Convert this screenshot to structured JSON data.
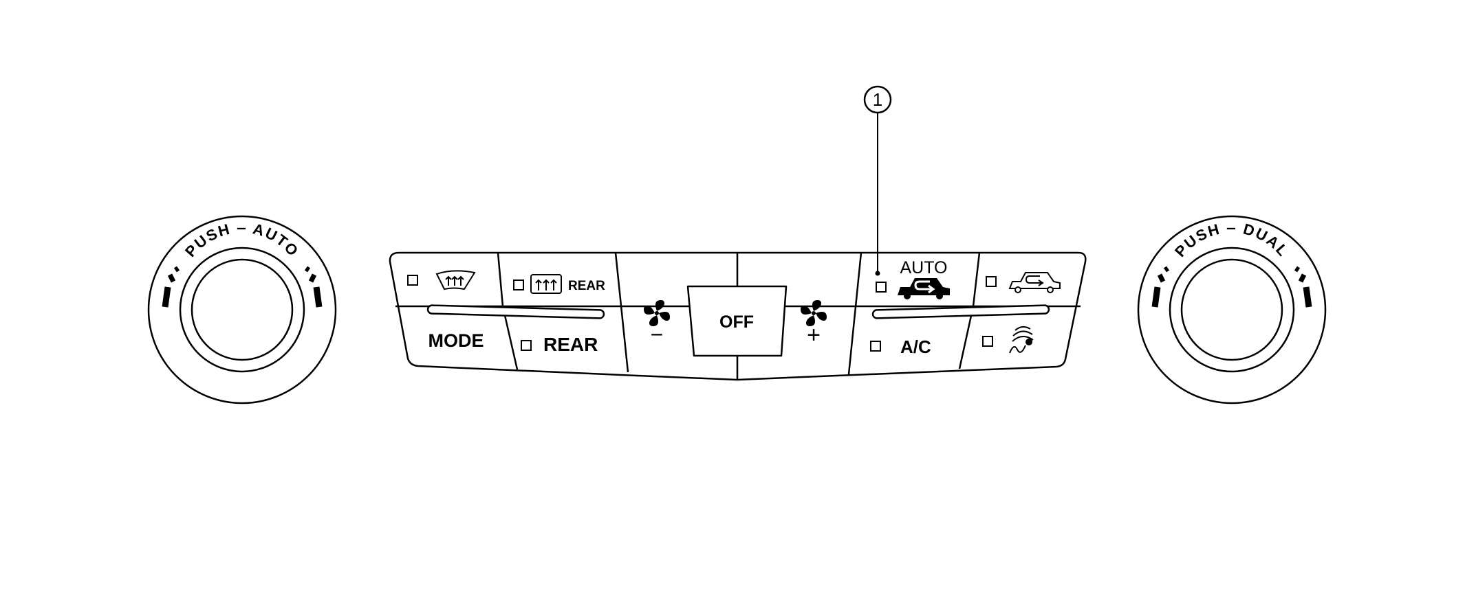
{
  "callout": {
    "number": "1"
  },
  "left_knob": {
    "ring_text": "PUSH ‒ AUTO",
    "word_push": "PUSH",
    "word_mode": "AUTO"
  },
  "right_knob": {
    "ring_text": "PUSH ‒ DUAL",
    "word_push": "PUSH",
    "word_mode": "DUAL"
  },
  "panel": {
    "front_defrost": {
      "icon": "front-defroster-icon"
    },
    "rear_defrost": {
      "icon": "rear-defroster-icon",
      "label": "REAR"
    },
    "mode": {
      "label": "MODE"
    },
    "rear": {
      "label": "REAR"
    },
    "fan_down": {
      "icon": "fan-icon",
      "sign": "−"
    },
    "off": {
      "label": "OFF"
    },
    "fan_up": {
      "icon": "fan-icon",
      "sign": "+"
    },
    "auto_recirc": {
      "label": "AUTO",
      "icon": "auto-recirculation-icon"
    },
    "intake": {
      "icon": "outside-air-icon"
    },
    "ac": {
      "label": "A/C"
    },
    "climate": {
      "icon": "intelligent-key-icon"
    }
  }
}
